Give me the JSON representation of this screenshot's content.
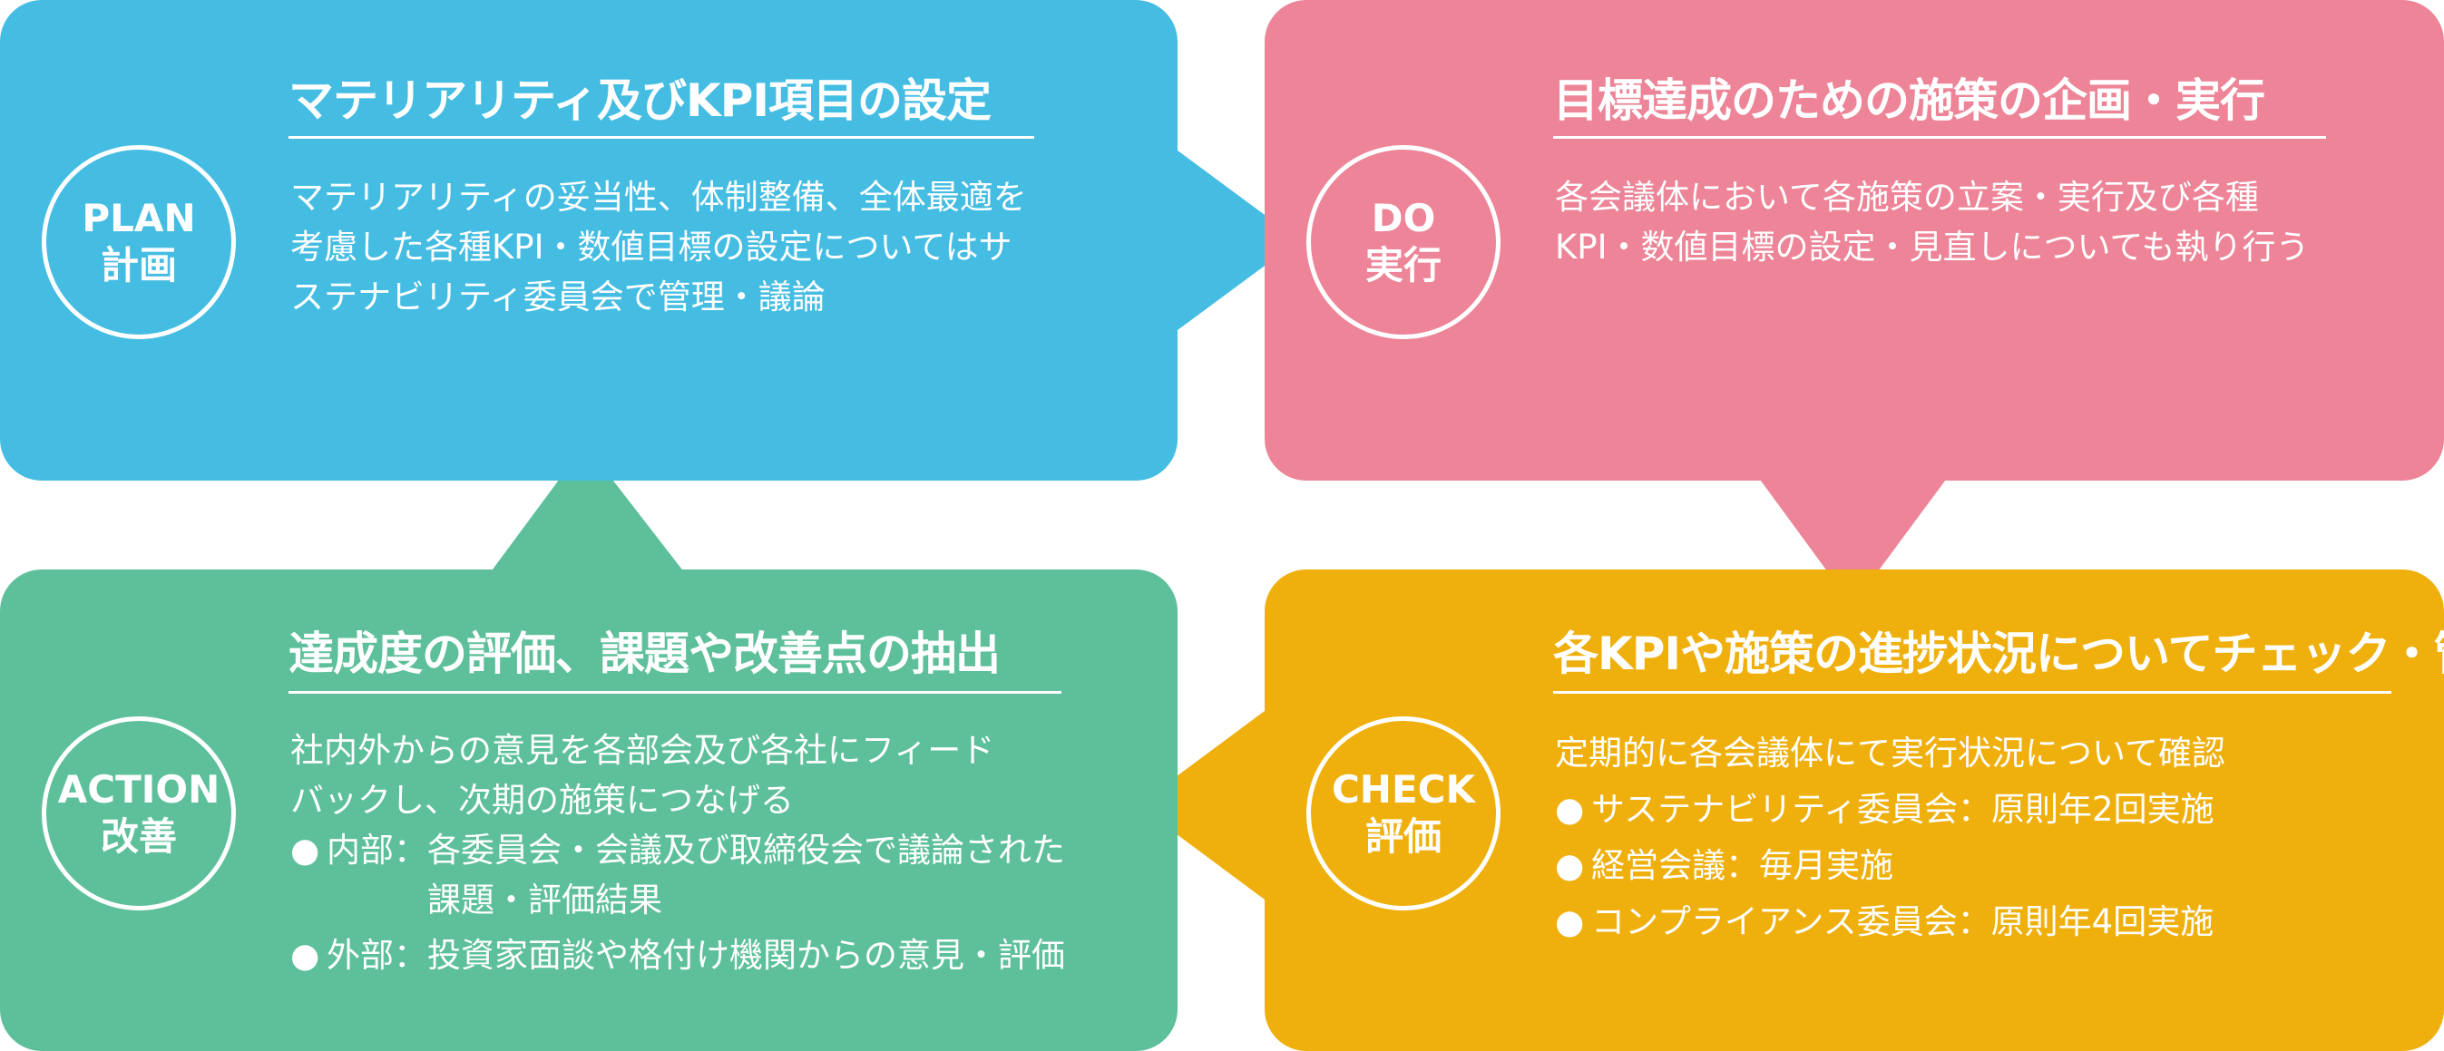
{
  "colors": {
    "plan": "#45bde3",
    "do": "#ed8497",
    "check": "#efb00e",
    "action": "#5dc09a",
    "text": "#ffffff"
  },
  "plan": {
    "circle_en": "PLAN",
    "circle_ja": "計画",
    "title": "マテリアリティ及びKPI項目の設定",
    "body_lines": [
      "マテリアリティの妥当性、体制整備、全体最適を",
      "考慮した各種KPI・数値目標の設定についてはサ",
      "ステナビリティ委員会で管理・議論"
    ]
  },
  "do": {
    "circle_en": "DO",
    "circle_ja": "実行",
    "title": "目標達成のための施策の企画・実行",
    "body_lines": [
      "各会議体において各施策の立案・実行及び各種",
      "KPI・数値目標の設定・見直しについても執り行う"
    ]
  },
  "check": {
    "circle_en": "CHECK",
    "circle_ja": "評価",
    "title": "各KPIや施策の進捗状況についてチェック・管理",
    "intro": "定期的に各会議体にて実行状況について確認",
    "bullet_mark": "●",
    "bullets": [
      "サステナビリティ委員会：原則年2回実施",
      "経営会議：毎月実施",
      "コンプライアンス委員会：原則年4回実施"
    ]
  },
  "action": {
    "circle_en": "ACTION",
    "circle_ja": "改善",
    "title": "達成度の評価、課題や改善点の抽出",
    "intro_lines": [
      "社内外からの意見を各部会及び各社にフィード",
      "バックし、次期の施策につなげる"
    ],
    "bullet_mark": "●",
    "bullets": [
      {
        "label": "内部：",
        "lines": [
          "各委員会・会議及び取締役会で議論された",
          "課題・評価結果"
        ]
      },
      {
        "label": "外部：",
        "lines": [
          "投資家面談や格付け機関からの意見・評価"
        ]
      }
    ]
  }
}
